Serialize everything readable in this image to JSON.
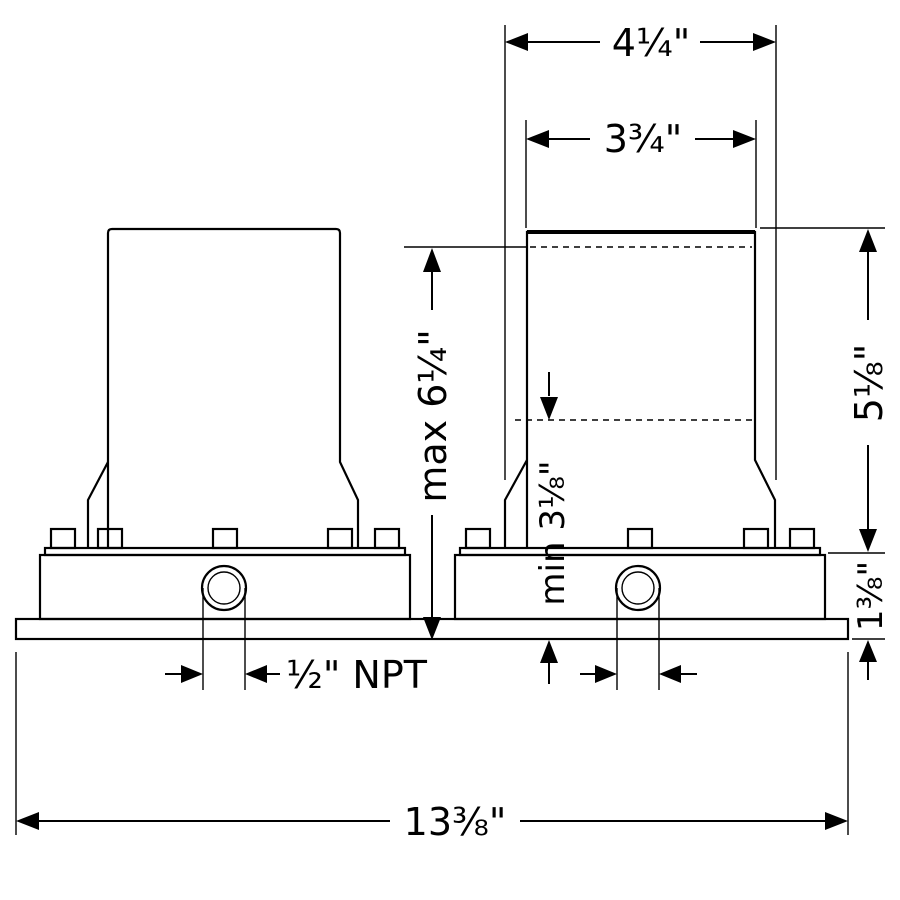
{
  "dimensions": {
    "top_outer_width": "4¼\"",
    "top_inner_width": "3¾\"",
    "right_height": "5⅛\"",
    "base_height": "1⅜\"",
    "max_height": "max 6¼\"",
    "min_depth": "min 3⅛\"",
    "pipe_thread": "½\" NPT",
    "overall_width": "13⅜\""
  }
}
